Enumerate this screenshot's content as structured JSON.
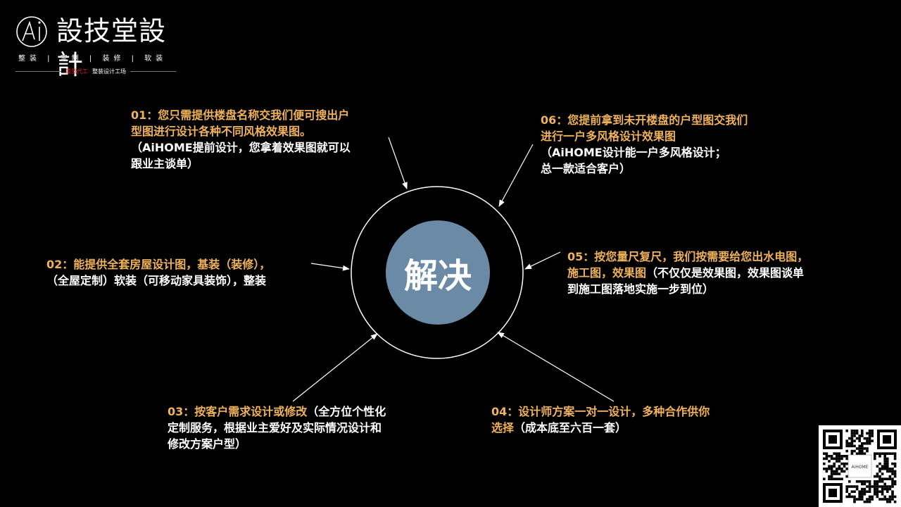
{
  "logo": {
    "mark": "Ai",
    "name": "設技堂設計",
    "services": "整装 | 定制 | 装修 | 软装",
    "tagline_red": "简货代工",
    "tagline": "整装设计工场"
  },
  "center": {
    "label": "解决",
    "circle_fill": "#6a8aa6",
    "ring_color": "#ffffff"
  },
  "items": [
    {
      "id": "01",
      "heading": [
        "01：您只需提供楼盘名称交我们便可搜出户",
        "型图进行设计各种不同风格效果图。"
      ],
      "body": [
        "（AiHOME提前设计，您拿着效果图就可以",
        "跟业主谈单）"
      ]
    },
    {
      "id": "02",
      "heading": [
        "02：能提供全套房屋设计图，基装（装修），"
      ],
      "body": [
        "（全屋定制）软装（可移动家具装饰），整装"
      ]
    },
    {
      "id": "03",
      "heading": [
        "03：按客户需求设计或修改（全方位个性化"
      ],
      "body": [
        "定制服务，根据业主爱好及实际情况设计和",
        "修改方案户型）"
      ]
    },
    {
      "id": "04",
      "heading": [
        "04：设计师方案一对一设计，多种合作供你",
        "选择（成本底至六百一套）"
      ],
      "body": []
    },
    {
      "id": "05",
      "heading": [
        "05：按您量尺复尺，我们按需要给您出水电图，",
        "施工图，效果图（不仅仅是效果图，效果图谈单",
        "到施工图落地实施一步到位）"
      ],
      "body": []
    },
    {
      "id": "06",
      "heading": [
        "06：您提前拿到未开楼盘的户型图交我们",
        "进行一户多风格设计效果图"
      ],
      "body": [
        "（AiHOME设计能一户多风格设计；",
        "总一款适合客户）"
      ]
    }
  ],
  "qr": {
    "center_label": "AiHOME"
  },
  "colors": {
    "accent": "#f0b25a",
    "background": "#000000",
    "text": "#ffffff"
  }
}
